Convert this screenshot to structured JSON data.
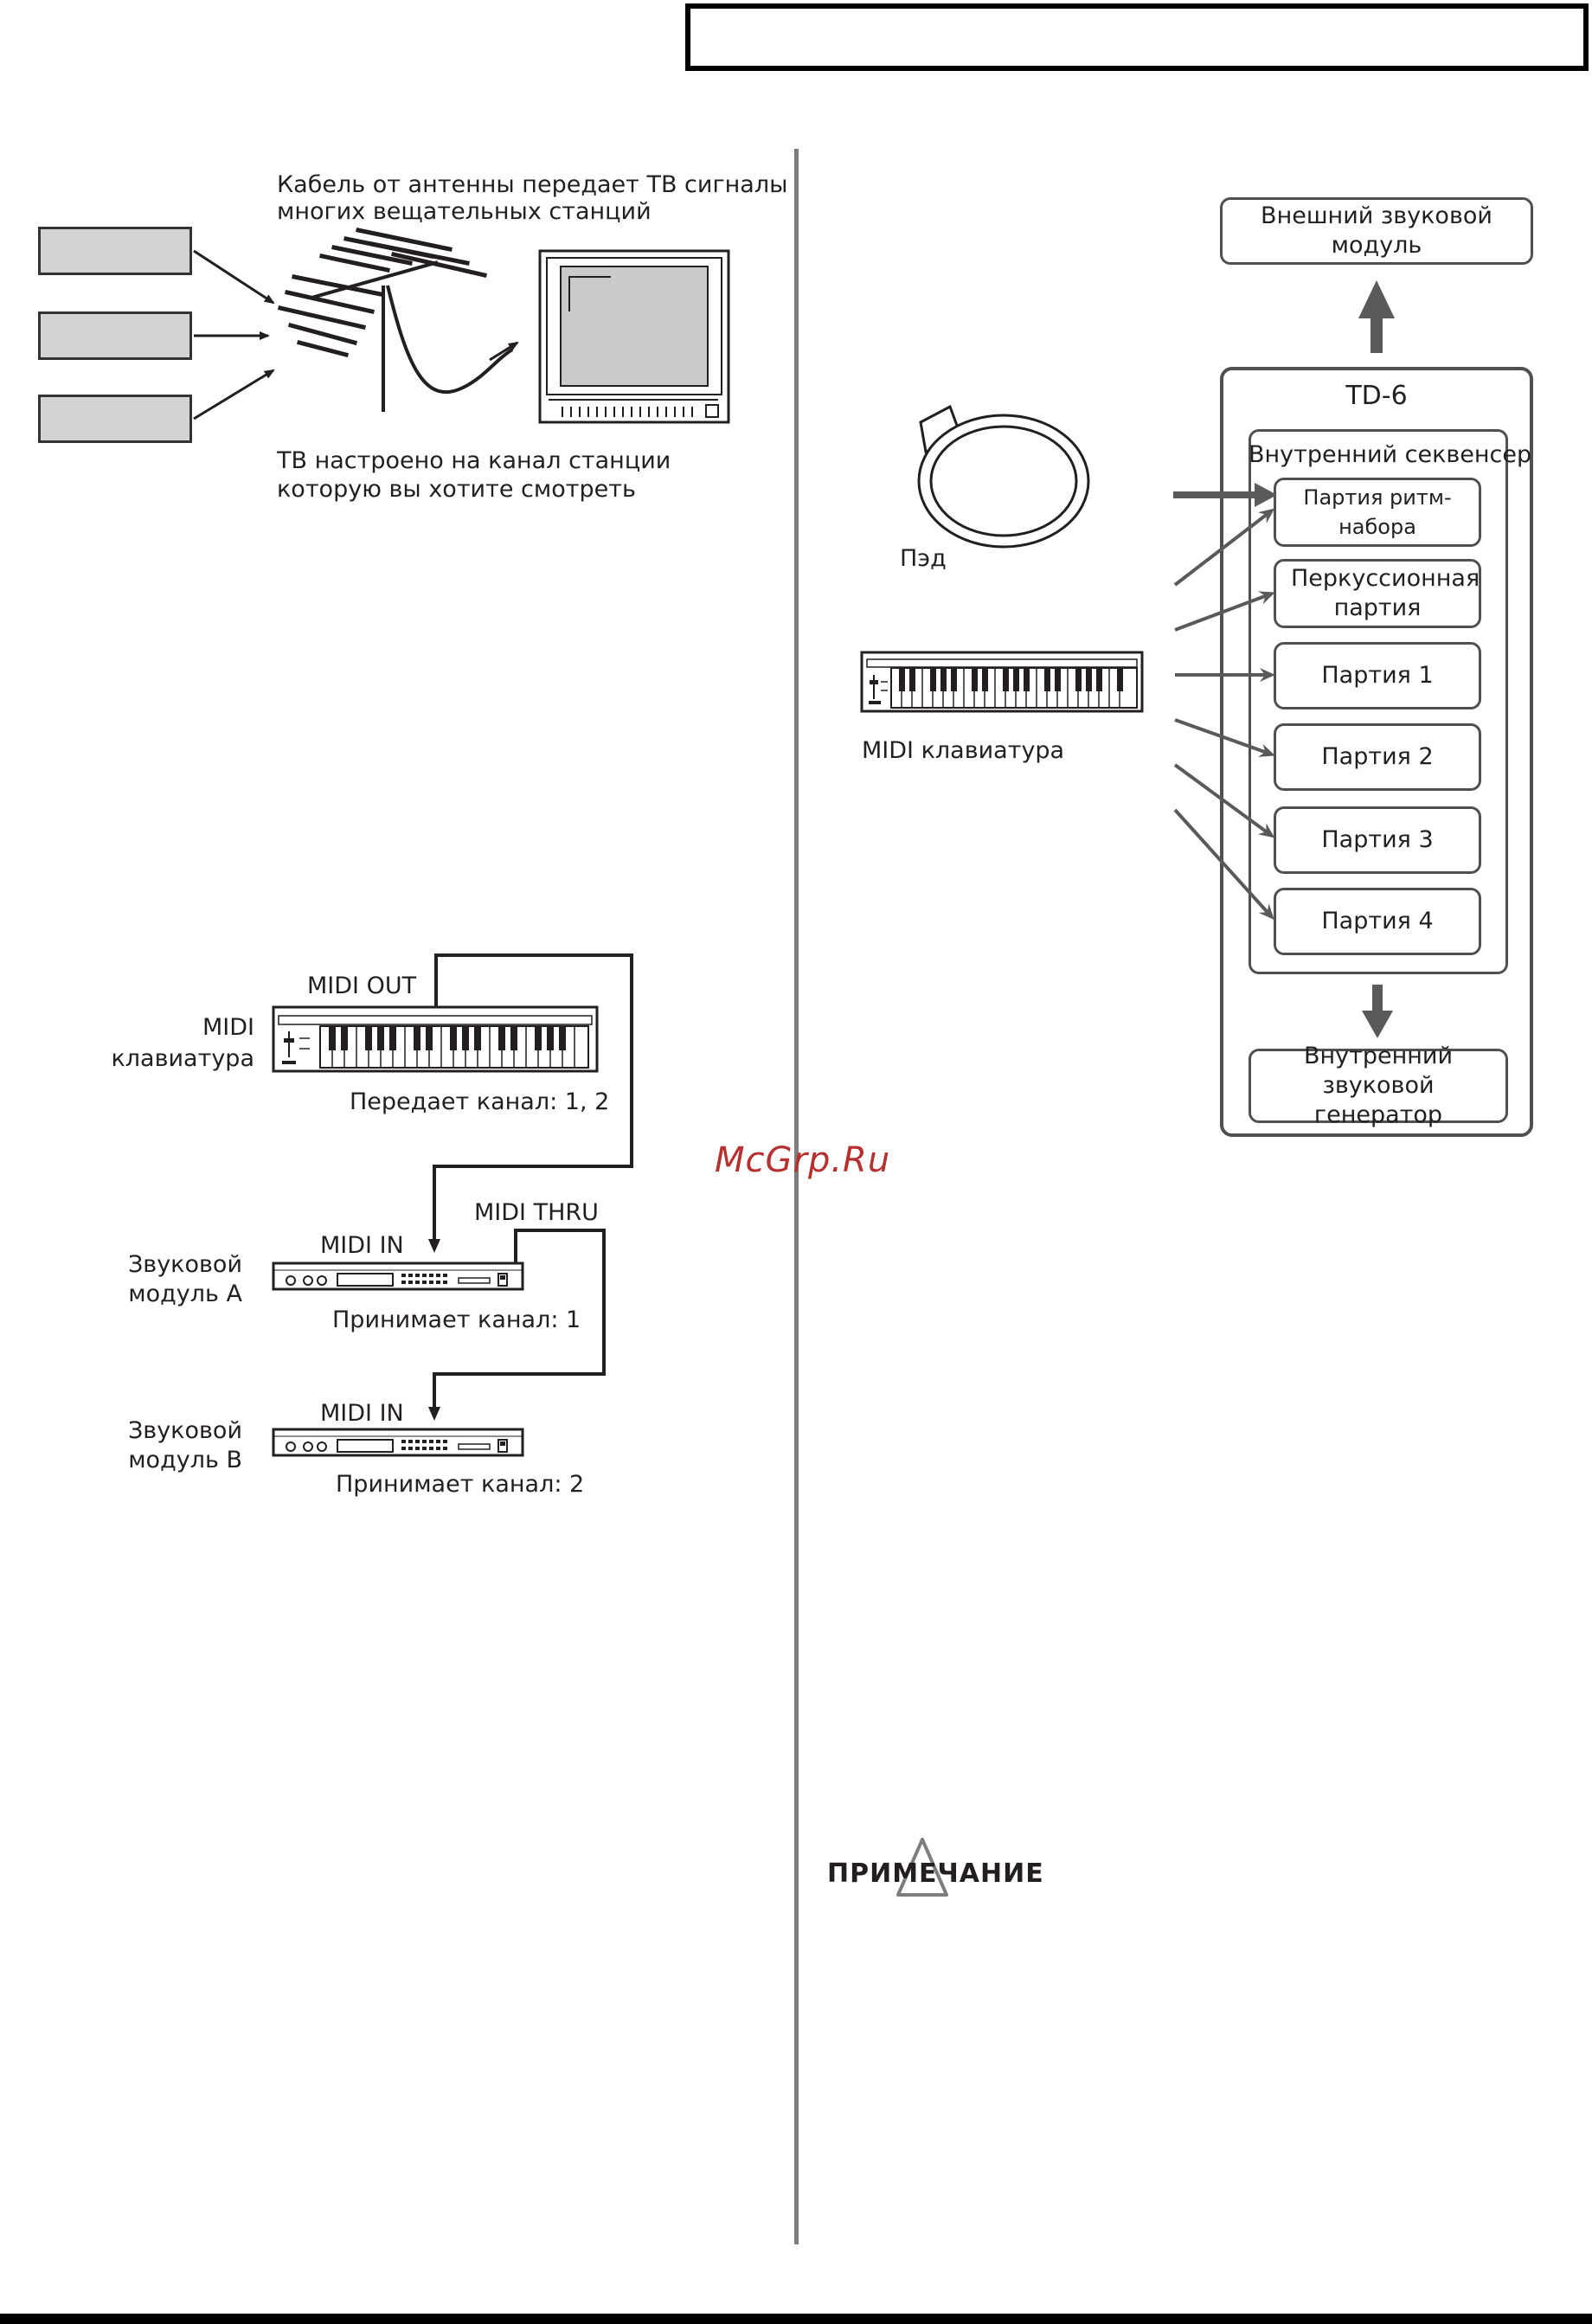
{
  "tv_example": {
    "cable_caption_line1": "Кабель от антенны передает ТВ сигналы",
    "cable_caption_line2": "многих вещательных станций",
    "tuned_caption_line1": "ТВ настроено на канал станции",
    "tuned_caption_line2": "которую вы хотите смотреть"
  },
  "midi_chain": {
    "midi_out": "MIDI OUT",
    "keyboard_label_line1": "MIDI",
    "keyboard_label_line2": "клавиатура",
    "transmit_channels": "Передает канал: 1, 2",
    "midi_thru": "MIDI THRU",
    "module_a": {
      "midi_in": "MIDI IN",
      "label_line1": "Звуковой",
      "label_line2": "модуль A",
      "receive": "Принимает канал: 1"
    },
    "module_b": {
      "midi_in": "MIDI IN",
      "label_line1": "Звуковой",
      "label_line2": "модуль B",
      "receive": "Принимает канал: 2"
    }
  },
  "td6_diagram": {
    "external_module": "Внешний звуковой модуль",
    "device": "TD-6",
    "sequencer": "Внутренний секвенсер",
    "parts": [
      "Партия ритм-набора",
      "Перкуссионная партия",
      "Партия 1",
      "Партия 2",
      "Партия 3",
      "Партия 4"
    ],
    "internal_generator": "Внутренний звуковой генератор",
    "pad_label": "Пэд",
    "keyboard_label": "MIDI клавиатура"
  },
  "watermark": "McGrp.Ru",
  "note_heading": "ПРИМЕЧАНИЕ",
  "colors": {
    "arrow": "#5a5a5a",
    "box_border": "#505050",
    "station_fill": "#d2d3d5",
    "watermark": "#b5302f"
  }
}
